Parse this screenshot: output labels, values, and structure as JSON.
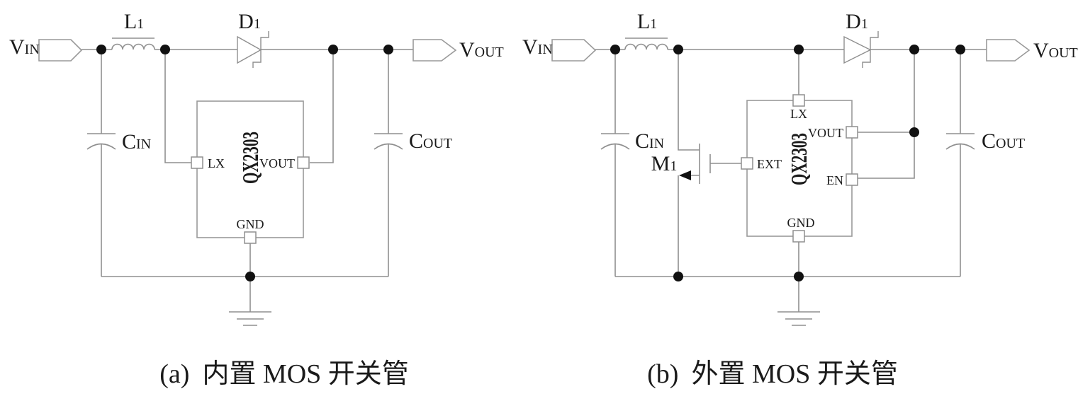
{
  "figure": {
    "colors": {
      "wire": "#8f8f8f",
      "text": "#1a1a1a",
      "dot": "#111111",
      "background": "#ffffff"
    },
    "left": {
      "caption": {
        "prefix": "(a)",
        "text": "内置 MOS 开关管"
      },
      "labels": {
        "vin": {
          "main": "V",
          "sub": "IN"
        },
        "l1": {
          "main": "L",
          "sub": "1"
        },
        "d1": {
          "main": "D",
          "sub": "1"
        },
        "cin": {
          "main": "C",
          "sub": "IN"
        },
        "cout": {
          "main": "C",
          "sub": "OUT"
        },
        "vout": {
          "main": "V",
          "sub": "OUT"
        }
      },
      "chip": {
        "name": "QX2303",
        "pins": {
          "lx": "LX",
          "vout": "VOUT",
          "gnd": "GND"
        }
      }
    },
    "right": {
      "caption": {
        "prefix": "(b)",
        "text": "外置 MOS 开关管"
      },
      "labels": {
        "vin": {
          "main": "V",
          "sub": "IN"
        },
        "l1": {
          "main": "L",
          "sub": "1"
        },
        "d1": {
          "main": "D",
          "sub": "1"
        },
        "m1": {
          "main": "M",
          "sub": "1"
        },
        "cin": {
          "main": "C",
          "sub": "IN"
        },
        "cout": {
          "main": "C",
          "sub": "OUT"
        },
        "vout": {
          "main": "V",
          "sub": "OUT"
        }
      },
      "chip": {
        "name": "QX2303",
        "pins": {
          "lx": "LX",
          "vout": "VOUT",
          "en": "EN",
          "ext": "EXT",
          "gnd": "GND"
        }
      }
    }
  }
}
